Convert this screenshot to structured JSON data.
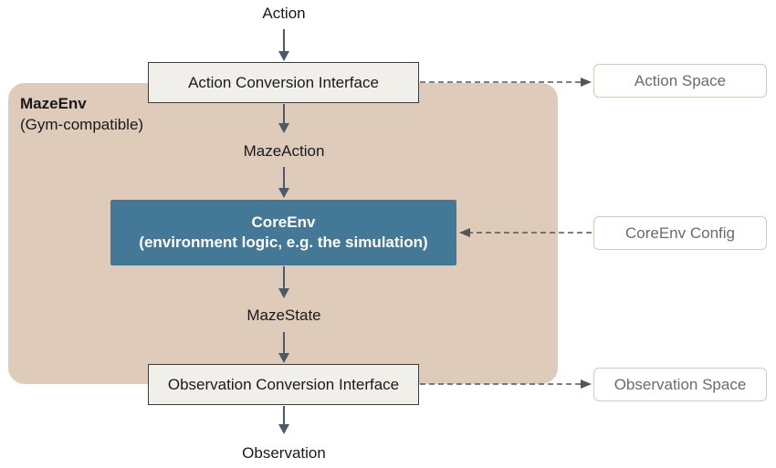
{
  "diagram": {
    "container": {
      "title": "MazeEnv",
      "subtitle": "(Gym-compatible)"
    },
    "labels": {
      "action_in": "Action",
      "maze_action": "MazeAction",
      "maze_state": "MazeState",
      "observation_out": "Observation"
    },
    "boxes": {
      "action_conversion": "Action Conversion Interface",
      "observation_conversion": "Observation Conversion Interface",
      "core_env_title": "CoreEnv",
      "core_env_desc": "(environment logic, e.g. the simulation)"
    },
    "external": {
      "action_space": "Action Space",
      "core_env_config": "CoreEnv Config",
      "observation_space": "Observation Space"
    },
    "colors": {
      "container_fill": "#dfcbb9",
      "core_fill": "#437896",
      "interface_fill": "#f1efe9",
      "arrow": "#4a5a6a",
      "dashed_arrow": "#555555",
      "external_border": "#d9c8b5"
    }
  }
}
